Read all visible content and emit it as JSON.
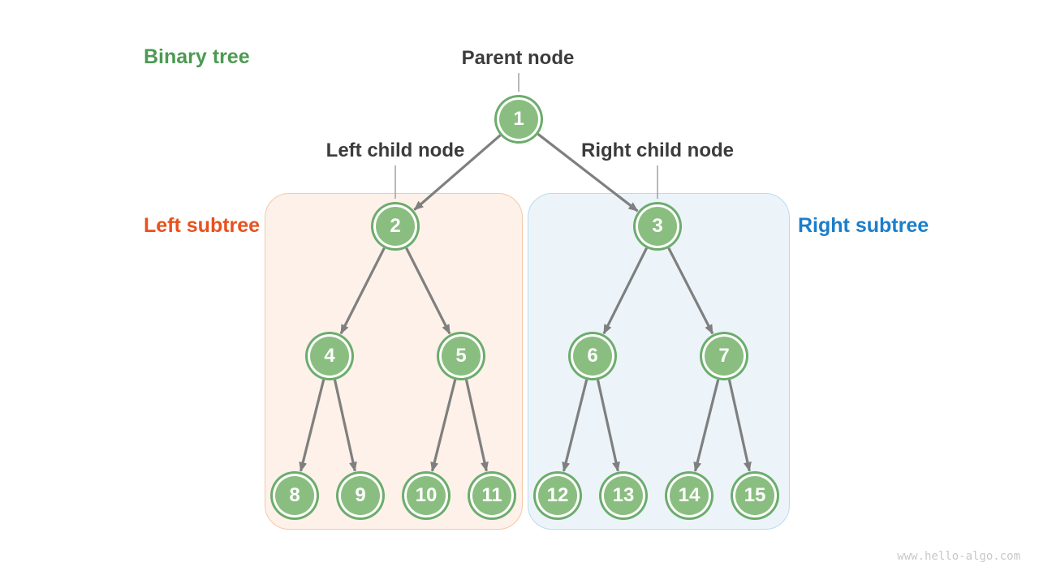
{
  "diagram": {
    "title": "Binary tree",
    "annotations": {
      "parent_node": "Parent node",
      "left_child_node": "Left child node",
      "right_child_node": "Right child node",
      "left_subtree": "Left subtree",
      "right_subtree": "Right subtree"
    },
    "nodes": [
      "1",
      "2",
      "3",
      "4",
      "5",
      "6",
      "7",
      "8",
      "9",
      "10",
      "11",
      "12",
      "13",
      "14",
      "15"
    ],
    "edges": [
      [
        "1",
        "2"
      ],
      [
        "1",
        "3"
      ],
      [
        "2",
        "4"
      ],
      [
        "2",
        "5"
      ],
      [
        "3",
        "6"
      ],
      [
        "3",
        "7"
      ],
      [
        "4",
        "8"
      ],
      [
        "4",
        "9"
      ],
      [
        "5",
        "10"
      ],
      [
        "5",
        "11"
      ],
      [
        "6",
        "12"
      ],
      [
        "6",
        "13"
      ],
      [
        "7",
        "14"
      ],
      [
        "7",
        "15"
      ]
    ],
    "watermark": "www.hello-algo.com"
  },
  "colors": {
    "title-green": "#4c9a52",
    "left-subtree-orange": "#e8511e",
    "right-subtree-blue": "#1b7ec9",
    "label-dark": "#3c3c3c",
    "node-fill": "#8abe80",
    "node-ring": "#6cac6c",
    "edge-gray": "#7f7f7f",
    "leader-gray": "#9a9a9a",
    "left-box-fill": "#fdf1e9",
    "left-box-border": "#f5c8a8",
    "right-box-fill": "#ecf4fa",
    "right-box-border": "#badaf0",
    "watermark-gray": "#c8c8c8"
  }
}
